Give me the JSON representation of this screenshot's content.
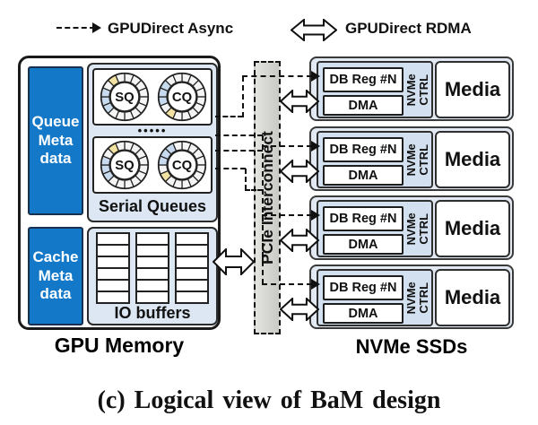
{
  "legend": {
    "async_label": "GPUDirect Async",
    "rdma_label": "GPUDirect RDMA"
  },
  "gpu": {
    "title": "GPU Memory",
    "queue_meta": [
      "Queue",
      "Meta",
      "data"
    ],
    "cache_meta": [
      "Cache",
      "Meta",
      "data"
    ],
    "serial_queues": {
      "label": "Serial Queues",
      "dots": "•••••",
      "rings": [
        {
          "label": "SQ",
          "segments": "wwwwwwwwwwbbbwyw"
        },
        {
          "label": "CQ",
          "segments": "wwwwwwwwwywbbbww"
        },
        {
          "label": "SQ",
          "segments": "wwwwwwwwwwbbbwyw"
        },
        {
          "label": "CQ",
          "segments": "wwwwwwwwwwywbbbw"
        }
      ]
    },
    "io_buffers": {
      "label": "IO buffers",
      "columns": 3,
      "rows": 6
    }
  },
  "interconnect": {
    "label": "PCIe Interconnect"
  },
  "ssds": {
    "title": "NVMe SSDs",
    "drives": [
      {
        "db_reg": "DB Reg #N",
        "dma": "DMA",
        "ctrl_lines": [
          "NVMe",
          "CTRL"
        ],
        "media": "Media"
      },
      {
        "db_reg": "DB Reg #N",
        "dma": "DMA",
        "ctrl_lines": [
          "NVMe",
          "CTRL"
        ],
        "media": "Media"
      },
      {
        "db_reg": "DB Reg #N",
        "dma": "DMA",
        "ctrl_lines": [
          "NVMe",
          "CTRL"
        ],
        "media": "Media"
      },
      {
        "db_reg": "DB Reg #N",
        "dma": "DMA",
        "ctrl_lines": [
          "NVMe",
          "CTRL"
        ],
        "media": "Media"
      }
    ]
  },
  "caption": "(c) Logical view of BaM design",
  "colors": {
    "meta_blue": "#1478c8",
    "panel_blue": "#dce7f3",
    "ssd_bg": "#e3e9f2",
    "subpanel_blue": "#d2e0f0",
    "bar_gray": "#d6d6d2",
    "ring_white": "#f4f4f4",
    "ring_blue": "#c8dbee",
    "ring_yellow": "#f2e2a2"
  }
}
